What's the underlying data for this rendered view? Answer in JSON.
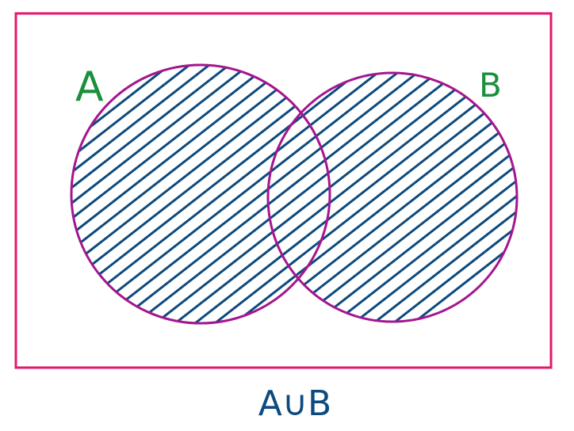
{
  "diagram": {
    "set_a_label": "A",
    "set_b_label": "B",
    "caption": "A∪B"
  },
  "colors": {
    "universe_border": "#e5176b",
    "circle_stroke": "#a4168f",
    "hatch": "#0d4a7e",
    "set_label": "#1b8f3c",
    "caption": "#0d4a7e"
  }
}
